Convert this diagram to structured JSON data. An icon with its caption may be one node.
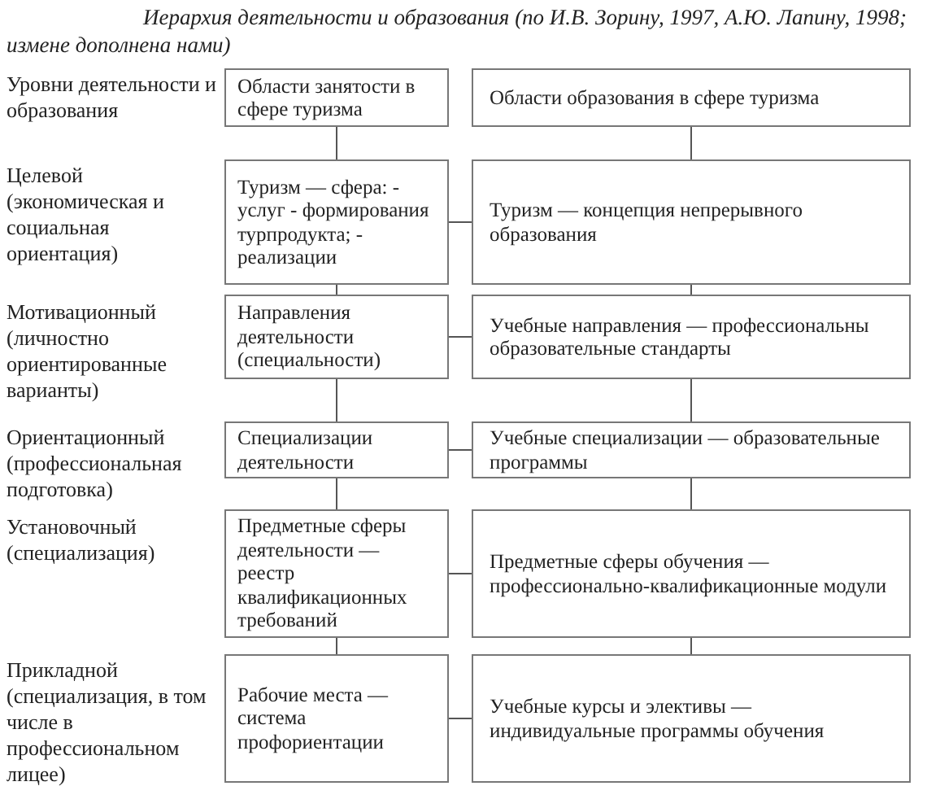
{
  "diagram": {
    "title": "Иерархия деятельности и образования (по И.В. Зорину, 1997, А.Ю. Лапину, 1998; измене дополнена нами)",
    "nodes": [
      {
        "text": [
          "Области занятости в сфере туризма"
        ]
      },
      {
        "text": [
          "Области образования в сфере туризма"
        ]
      },
      {
        "text": [
          "Туризм — сфера: - услуг - формирования турпродукта; - реализации"
        ]
      },
      {
        "text": [
          "Туризм — концепция непрерывного образования"
        ]
      },
      {
        "text": [
          "Направления деятельности (специальности)"
        ]
      },
      {
        "text": [
          "Учебные направления — профессиональны образовательные стандарты"
        ]
      },
      {
        "text": [
          "Специализации деятельности"
        ]
      },
      {
        "text": [
          "Учебные специализации — образовательные программы"
        ]
      },
      {
        "text": [
          "Предметные сферы деятельности — реестр квалификационных требований"
        ]
      },
      {
        "text": [
          "Предметные сферы обучения — профессионально-квалификационные модули"
        ]
      },
      {
        "text": [
          "Рабочие места — система профориентации"
        ]
      },
      {
        "text": [
          "Учебные курсы и элективы — индивидуальные программы обучения"
        ]
      }
    ],
    "edges": [
      {
        "from": 0,
        "to": 2,
        "arrow": "none"
      },
      {
        "from": 1,
        "to": 3,
        "arrow": "none"
      },
      {
        "from": 2,
        "to": 3,
        "arrow": "none"
      },
      {
        "from": 2,
        "to": 4,
        "arrow": "none"
      },
      {
        "from": 3,
        "to": 5,
        "arrow": "none"
      },
      {
        "from": 4,
        "to": 5,
        "arrow": "none"
      },
      {
        "from": 4,
        "to": 6,
        "arrow": "none"
      },
      {
        "from": 5,
        "to": 7,
        "arrow": "none"
      },
      {
        "from": 6,
        "to": 7,
        "arrow": "none"
      },
      {
        "from": 6,
        "to": 8,
        "arrow": "none"
      },
      {
        "from": 7,
        "to": 9,
        "arrow": "none"
      },
      {
        "from": 8,
        "to": 9,
        "arrow": "none"
      },
      {
        "from": 8,
        "to": 10,
        "arrow": "none"
      },
      {
        "from": 9,
        "to": 11,
        "arrow": "none"
      },
      {
        "from": 10,
        "to": 11,
        "arrow": "none"
      }
    ],
    "labels": [
      "Уровни деятельности и образования",
      "Целевой (экономическая и социальная ориентация)",
      "Мотивационный (личностно ориентированные варианты)",
      "Ориентационный (профессиональная подготовка)",
      "Установочный (специализация)",
      "Прикладной (специализация, в том числе в профессиональном лицее)"
    ]
  }
}
